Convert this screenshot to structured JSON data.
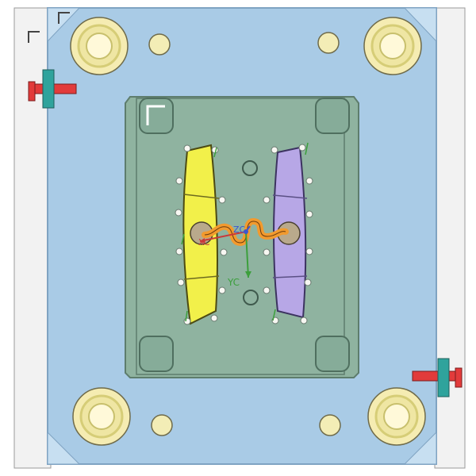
{
  "viewport": {
    "colors": {
      "background": "#ffffff",
      "outer_plate": "#a9cbe6",
      "outer_plate_edge": "#7fa3c2",
      "side_rail": "#f2f2f2",
      "core_plate": "#8fb3a0",
      "core_plate_edge": "#5e7d6d",
      "bushing_outer": "#f5ecb2",
      "bushing_ring": "#d6cd77",
      "pin_fill": "#f3edb6",
      "part_left": "#f2f04a",
      "part_right": "#b7a7e6",
      "runner": "#f29a2e",
      "gate_center": "#b9a98c",
      "stop_red": "#e23b3b",
      "stop_teal": "#2fa39c",
      "axis_red": "#c93a3a",
      "axis_blue": "#3c56d0",
      "axis_green": "#3c9f3c"
    },
    "axes": {
      "zc": "ZC",
      "xc": "XC",
      "yc": "YC"
    }
  }
}
